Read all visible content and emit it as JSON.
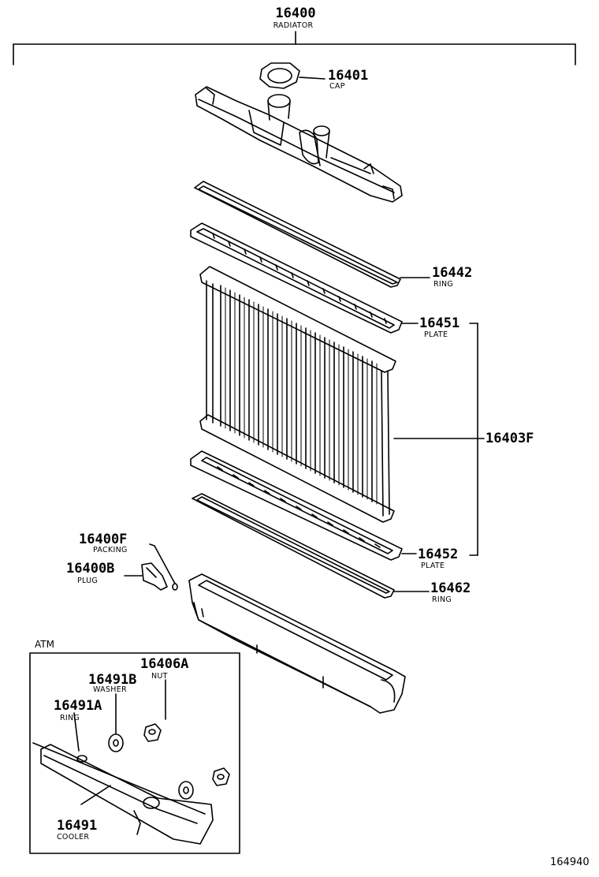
{
  "diagram": {
    "main": {
      "number": "16400",
      "name": "RADIATOR"
    },
    "parts": [
      {
        "id": "cap",
        "number": "16401",
        "name": "CAP"
      },
      {
        "id": "ring-upper",
        "number": "16442",
        "name": "RING"
      },
      {
        "id": "plate-upper",
        "number": "16451",
        "name": "PLATE"
      },
      {
        "id": "core",
        "number": "16403F",
        "name": ""
      },
      {
        "id": "plate-lower",
        "number": "16452",
        "name": "PLATE"
      },
      {
        "id": "ring-lower",
        "number": "16462",
        "name": "RING"
      },
      {
        "id": "packing",
        "number": "16400F",
        "name": "PACKING"
      },
      {
        "id": "plug",
        "number": "16400B",
        "name": "PLUG"
      },
      {
        "id": "nut",
        "number": "16406A",
        "name": "NUT"
      },
      {
        "id": "washer",
        "number": "16491B",
        "name": "WASHER"
      },
      {
        "id": "cooler-ring",
        "number": "16491A",
        "name": "RING"
      },
      {
        "id": "cooler",
        "number": "16491",
        "name": "COOLER"
      }
    ],
    "inset_label": "ATM",
    "reference": "164940"
  }
}
